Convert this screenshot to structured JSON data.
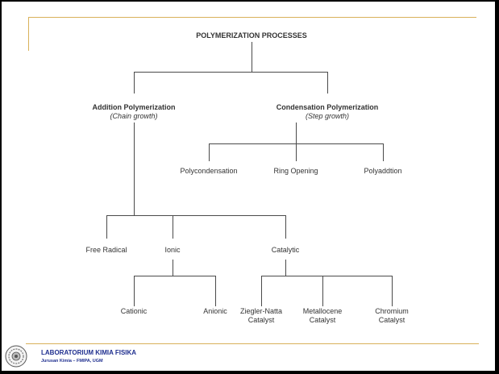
{
  "slide": {
    "accent_color": "#d9b15a"
  },
  "diagram": {
    "root": "POLYMERIZATION PROCESSES",
    "addition": {
      "title": "Addition Polymerization",
      "subtitle": "(Chain growth)"
    },
    "condensation": {
      "title": "Condensation Polymerization",
      "subtitle": "(Step growth)"
    },
    "condensation_types": [
      "Polycondensation",
      "Ring Opening",
      "Polyaddtion"
    ],
    "addition_types": [
      "Free Radical",
      "Ionic",
      "Catalytic"
    ],
    "ionic_types": [
      "Cationic",
      "Anionic"
    ],
    "catalytic_types": [
      {
        "line1": "Ziegler-Natta",
        "line2": "Catalyst"
      },
      {
        "line1": "Metallocene",
        "line2": "Catalyst"
      },
      {
        "line1": "Chromium",
        "line2": "Catalyst"
      }
    ]
  },
  "footer": {
    "lab_name": "LABORATORIUM KIMIA FISIKA",
    "department": "Jurusan Kimia – FMIPA, UGM"
  }
}
